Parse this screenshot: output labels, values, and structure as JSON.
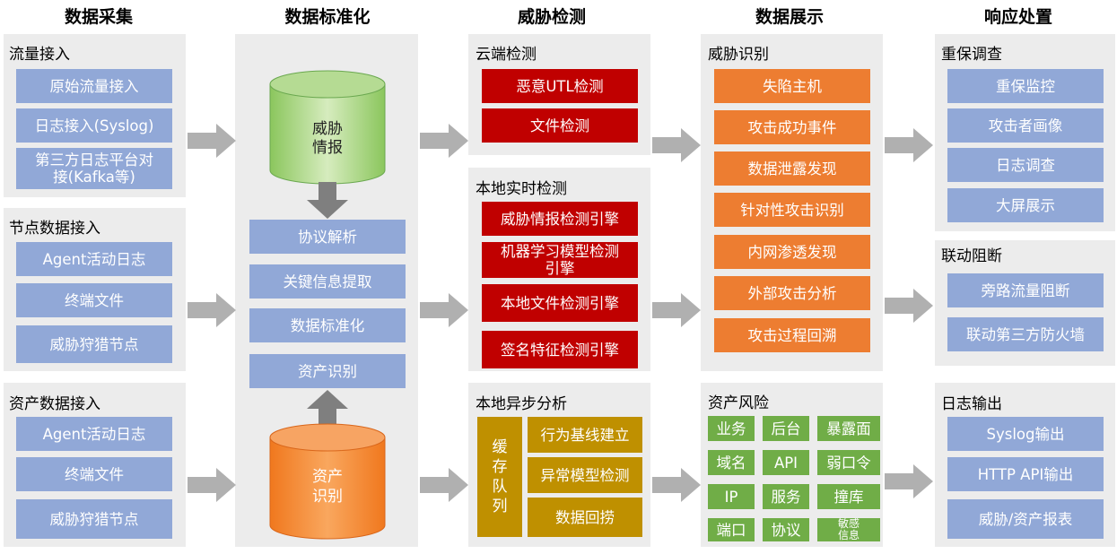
{
  "columns": {
    "collection": "数据采集",
    "standardize": "数据标准化",
    "detection": "威胁检测",
    "display": "数据展示",
    "response": "响应处置"
  },
  "collection": {
    "traffic": {
      "title": "流量接入",
      "items": [
        "原始流量接入",
        "日志接入(Syslog)",
        "第三方日志平台对",
        "接(Kafka等)"
      ]
    },
    "node": {
      "title": "节点数据接入",
      "items": [
        "Agent活动日志",
        "终端文件",
        "威胁狩猎节点"
      ]
    },
    "asset": {
      "title": "资产数据接入",
      "items": [
        "Agent活动日志",
        "终端文件",
        "威胁狩猎节点"
      ]
    }
  },
  "standardize": {
    "intel_line1": "威胁",
    "intel_line2": "情报",
    "items": [
      "协议解析",
      "关键信息提取",
      "数据标准化",
      "资产识别"
    ],
    "asset_line1": "资产",
    "asset_line2": "识别"
  },
  "detection": {
    "cloud": {
      "title": "云端检测",
      "items": [
        "恶意UTL检测",
        "文件检测"
      ]
    },
    "local": {
      "title": "本地实时检测",
      "items": [
        "威胁情报检测引擎",
        "机器学习模型检测",
        "引擎",
        "本地文件检测引擎",
        "签名特征检测引擎"
      ]
    },
    "async": {
      "title": "本地异步分析",
      "queue": [
        "缓",
        "存",
        "队",
        "列"
      ],
      "items": [
        "行为基线建立",
        "异常模型检测",
        "数据回捞"
      ]
    }
  },
  "display": {
    "threat": {
      "title": "威胁识别",
      "items": [
        "失陷主机",
        "攻击成功事件",
        "数据泄露发现",
        "针对性攻击识别",
        "内网渗透发现",
        "外部攻击分析",
        "攻击过程回溯"
      ]
    },
    "risk": {
      "title": "资产风险",
      "grid": [
        "业务",
        "后台",
        "暴露面",
        "域名",
        "API",
        "弱口令",
        "IP",
        "服务",
        "撞库",
        "端口",
        "协议"
      ],
      "sensitive_line1": "敏感",
      "sensitive_line2": "信息"
    }
  },
  "response": {
    "investigate": {
      "title": "重保调查",
      "items": [
        "重保监控",
        "攻击者画像",
        "日志调查",
        "大屏展示"
      ]
    },
    "block": {
      "title": "联动阻断",
      "items": [
        "旁路流量阻断",
        "联动第三方防火墙"
      ]
    },
    "output": {
      "title": "日志输出",
      "items": [
        "Syslog输出",
        "HTTP API输出",
        "威胁/资产报表"
      ]
    }
  },
  "colors": {
    "blue": "#91a8d7",
    "red": "#c00000",
    "orange": "#ed7d31",
    "gold": "#bf9000",
    "green": "#70ad47",
    "panel": "#ececec",
    "arrow": "#b0b0b0"
  },
  "icons": {
    "arrow": "right-arrow-icon",
    "down": "down-arrow-icon",
    "up": "up-arrow-icon"
  }
}
